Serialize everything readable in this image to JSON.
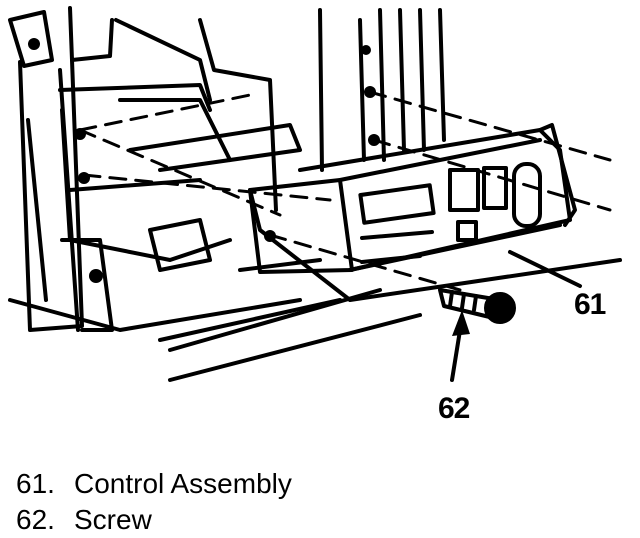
{
  "callouts": [
    {
      "number": "61"
    },
    {
      "number": "62"
    }
  ],
  "legend": [
    {
      "number": "61.",
      "label": "Control Assembly"
    },
    {
      "number": "62.",
      "label": "Screw"
    }
  ]
}
